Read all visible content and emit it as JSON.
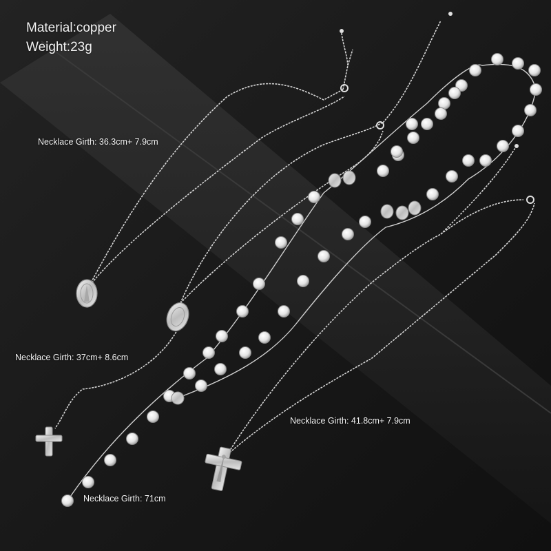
{
  "specs": {
    "material": "Material:copper",
    "weight": "Weight:23g"
  },
  "girth_labels": {
    "necklace_1": "Necklace Girth: 36.3cm+ 7.9cm",
    "necklace_2": "Necklace Girth: 37cm+ 8.6cm",
    "necklace_3": "Necklace Girth: 41.8cm+ 7.9cm",
    "necklace_4": "Necklace Girth: 71cm"
  },
  "colors": {
    "background_dark": "#141414",
    "band": "#262626",
    "silver": "#d9d9d9",
    "text": "#f2f2f2"
  }
}
